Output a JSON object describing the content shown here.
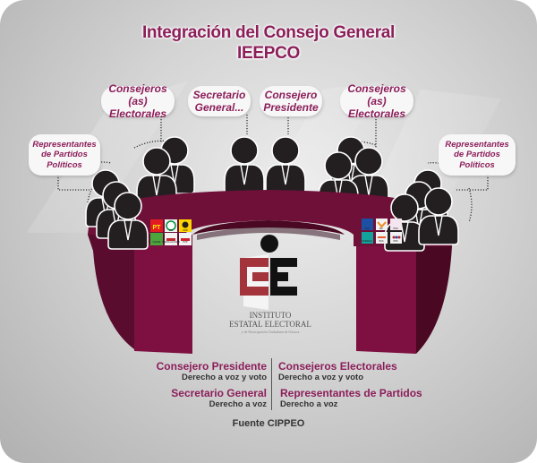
{
  "header": {
    "title_line1": "Integración del Consejo General",
    "title_line2": "IEEPCO"
  },
  "roles": {
    "left_electorales": [
      "Consejeros (as)",
      "Electorales"
    ],
    "secretario": [
      "Secretario",
      "General..."
    ],
    "presidente": [
      "Consejero",
      "Presidente"
    ],
    "right_electorales": [
      "Consejeros (as)",
      "Electorales"
    ],
    "left_partidos": [
      "Representantes",
      "de Partidos",
      "Políticos"
    ],
    "right_partidos": [
      "Representantes",
      "de Partidos",
      "Políticos"
    ]
  },
  "party_logos": {
    "left": [
      "PT",
      "PRI",
      "PRD",
      "VERDE",
      "NUEVA ALIANZA",
      "PUP"
    ],
    "right": [
      "PAN",
      "MC",
      "PSD",
      "MORENA",
      "PES",
      "PRS"
    ]
  },
  "logo": {
    "line1": "INSTITUTO",
    "line2": "ESTATAL ELECTORAL",
    "line3": "y de Participación Ciudadana de Oaxaca"
  },
  "legend": {
    "items": [
      {
        "title": "Consejero Presidente",
        "right": "Derecho a voz y voto"
      },
      {
        "title": "Consejeros Electorales",
        "right": "Derecho a voz y voto"
      },
      {
        "title": "Secretario General",
        "right": "Derecho a voz"
      },
      {
        "title": "Representantes de Partidos",
        "right": "Derecho a voz"
      }
    ]
  },
  "source": "Fuente CIPPEO",
  "colors": {
    "accent": "#8c1e5a",
    "table_top": "#6e1038",
    "table_front": "#7d1040",
    "table_side": "#4a0822",
    "silhouette": "#231f20",
    "logo_red": "#a3343b"
  }
}
